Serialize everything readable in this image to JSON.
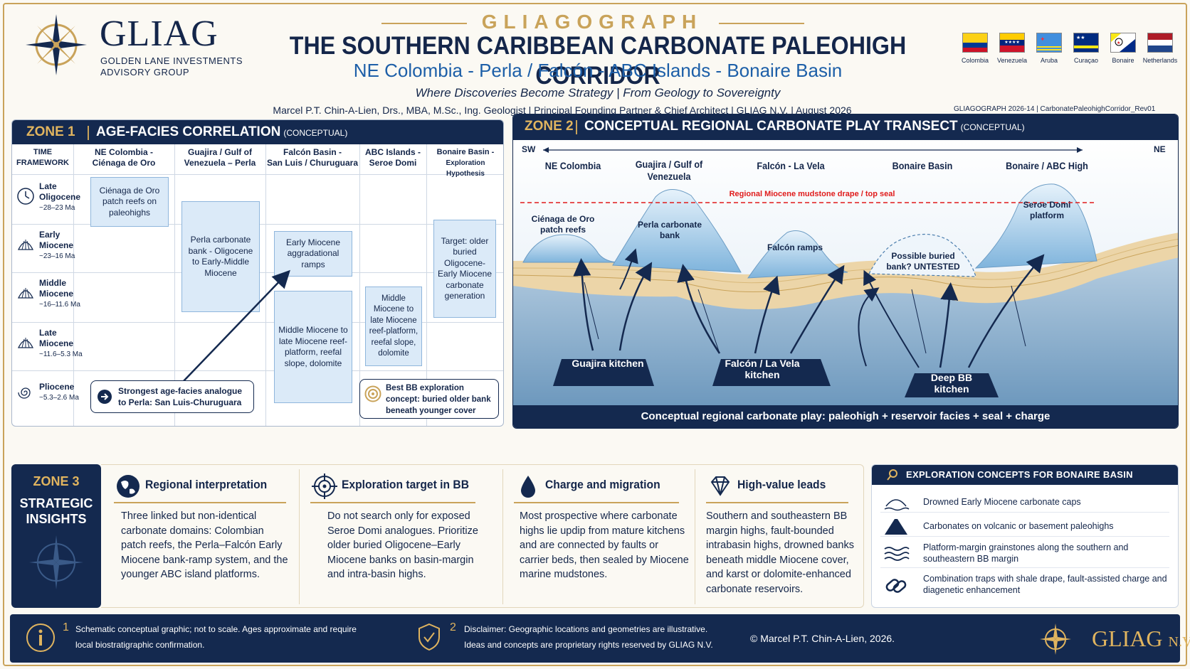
{
  "header": {
    "brand": "GLIAG",
    "brand_line1": "GOLDEN LANE INVESTMENTS",
    "brand_line2": "ADVISORY GROUP",
    "series": "GLIAGOGRAPH",
    "title": "THE SOUTHERN CARIBBEAN CARBONATE PALEOHIGH CORRIDOR",
    "subtitle": "NE Colombia - Perla / Falcón - ABC Islands - Bonaire Basin",
    "tagline": "Where Discoveries Become Strategy  |  From Geology to Sovereignty",
    "author": "Marcel P.T. Chin-A-Lien, Drs., MBA, M.Sc., Ing. Geologist   |   Principal Founding Partner & Chief Architect   |   GLIAG N.V.   |   August 2026",
    "doc_id": "GLIAGOGRAPH 2026-14   |   CarbonatePaleohighCorridor_Rev01",
    "flags": [
      {
        "name": "Colombia"
      },
      {
        "name": "Venezuela"
      },
      {
        "name": "Aruba"
      },
      {
        "name": "Curaçao"
      },
      {
        "name": "Bonaire"
      },
      {
        "name": "Netherlands"
      }
    ]
  },
  "zone1": {
    "num": "ZONE 1",
    "title": "AGE-FACIES CORRELATION",
    "qualifier": "(CONCEPTUAL)",
    "columns": [
      {
        "l1": "TIME",
        "l2": "FRAMEWORK"
      },
      {
        "l1": "NE Colombia -",
        "l2": "Ciénaga de Oro"
      },
      {
        "l1": "Guajira / Gulf of",
        "l2": "Venezuela – Perla"
      },
      {
        "l1": "Falcón Basin -",
        "l2": "San Luis / Churuguara"
      },
      {
        "l1": "ABC Islands -",
        "l2": "Seroe Domi"
      },
      {
        "l1": "Bonaire Basin -",
        "l2": "Exploration Hypothesis"
      }
    ],
    "rows": [
      {
        "l1": "Late",
        "l2": "Oligocene",
        "ma": "~28–23 Ma",
        "icon": "clock-icon"
      },
      {
        "l1": "Early",
        "l2": "Miocene",
        "ma": "~23–16 Ma",
        "icon": "shell-icon"
      },
      {
        "l1": "Middle",
        "l2": "Miocene",
        "ma": "~16–11.6 Ma",
        "icon": "shell-icon"
      },
      {
        "l1": "Late",
        "l2": "Miocene",
        "ma": "~11.6–5.3 Ma",
        "icon": "shell-icon"
      },
      {
        "l1": "Pliocene",
        "l2": "",
        "ma": "~5.3–2.6 Ma",
        "icon": "ammonite-icon"
      }
    ],
    "boxes": {
      "cienaga": "Ciénaga de Oro patch reefs on paleohighs",
      "perla": "Perla carbonate bank - Oligocene to Early-Middle Miocene",
      "falcon_early": "Early Miocene aggradational ramps",
      "falcon_middle": "Middle Miocene to late Miocene reef-platform, reefal slope, dolomite",
      "abc": "Middle Miocene to late Miocene reef-platform, reefal slope, dolomite",
      "bonaire": "Target: older buried Oligocene-Early Miocene carbonate generation"
    },
    "callout_left": "Strongest age-facies analogue to Perla: San Luis-Churuguara",
    "callout_right": "Best BB exploration concept: buried older bank beneath younger cover"
  },
  "zone2": {
    "num": "ZONE 2",
    "title": "CONCEPTUAL REGIONAL CARBONATE PLAY TRANSECT",
    "qualifier": "(CONCEPTUAL)",
    "sw": "SW",
    "ne": "NE",
    "regions": [
      "NE Colombia",
      "Guajira / Gulf of Venezuela",
      "Falcón - La Vela",
      "Bonaire Basin",
      "Bonaire / ABC High"
    ],
    "seal": "Regional Miocene mudstone drape / top seal",
    "features": {
      "cienaga": "Ciénaga de Oro patch reefs",
      "perla": "Perla carbonate bank",
      "falcon": "Falcón ramps",
      "possible": "Possible buried bank? UNTESTED",
      "seroe": "Seroe Domi platform"
    },
    "kitchens": [
      "Guajira kitchen",
      "Falcón / La Vela kitchen",
      "Deep BB kitchen"
    ],
    "footer": "Conceptual regional carbonate play: paleohigh + reservoir facies + seal + charge"
  },
  "zone3": {
    "num": "ZONE 3",
    "title1": "STRATEGIC",
    "title2": "INSIGHTS",
    "insights": [
      {
        "title": "Regional interpretation",
        "text": "Three linked but non-identical carbonate domains: Colombian patch reefs, the Perla–Falcón Early Miocene bank-ramp system, and the younger ABC island platforms."
      },
      {
        "title": "Exploration target in BB",
        "text": "Do not search only for exposed Seroe Domi analogues. Prioritize older buried Oligocene–Early Miocene banks on basin-margin and intra-basin highs."
      },
      {
        "title": "Charge and migration",
        "text": "Most prospective where carbonate highs lie updip from mature kitchens and are connected by faults or carrier beds, then sealed by Miocene marine mudstones."
      },
      {
        "title": "High-value leads",
        "text": "Southern and southeastern BB margin highs, fault-bounded intrabasin highs, drowned banks beneath middle Miocene cover, and karst or dolomite-enhanced carbonate reservoirs."
      }
    ],
    "concepts_title": "EXPLORATION CONCEPTS FOR BONAIRE BASIN",
    "concepts": [
      "Drowned Early Miocene carbonate caps",
      "Carbonates on volcanic or basement paleohighs",
      "Platform-margin grainstones along the southern and southeastern BB margin",
      "Combination traps with shale drape, fault-assisted charge and diagenetic enhancement"
    ]
  },
  "footer": {
    "n1": "1",
    "note1a": "Schematic conceptual graphic; not to scale. Ages approximate and require",
    "note1b": "local biostratigraphic confirmation.",
    "n2": "2",
    "note2a": "Disclaimer: Geographic locations and geometries are illustrative.",
    "note2b": "Ideas and concepts are proprietary rights reserved by GLIAG N.V.",
    "copyright": "© Marcel P.T. Chin-A-Lien, 2026.",
    "brand": "GLIAG",
    "brand_suffix": "N.V."
  },
  "colors": {
    "navy": "#14294f",
    "gold": "#c9a35a",
    "blue": "#1d5fa8",
    "box": "#dbeaf8",
    "seal": "#e01b1b"
  }
}
